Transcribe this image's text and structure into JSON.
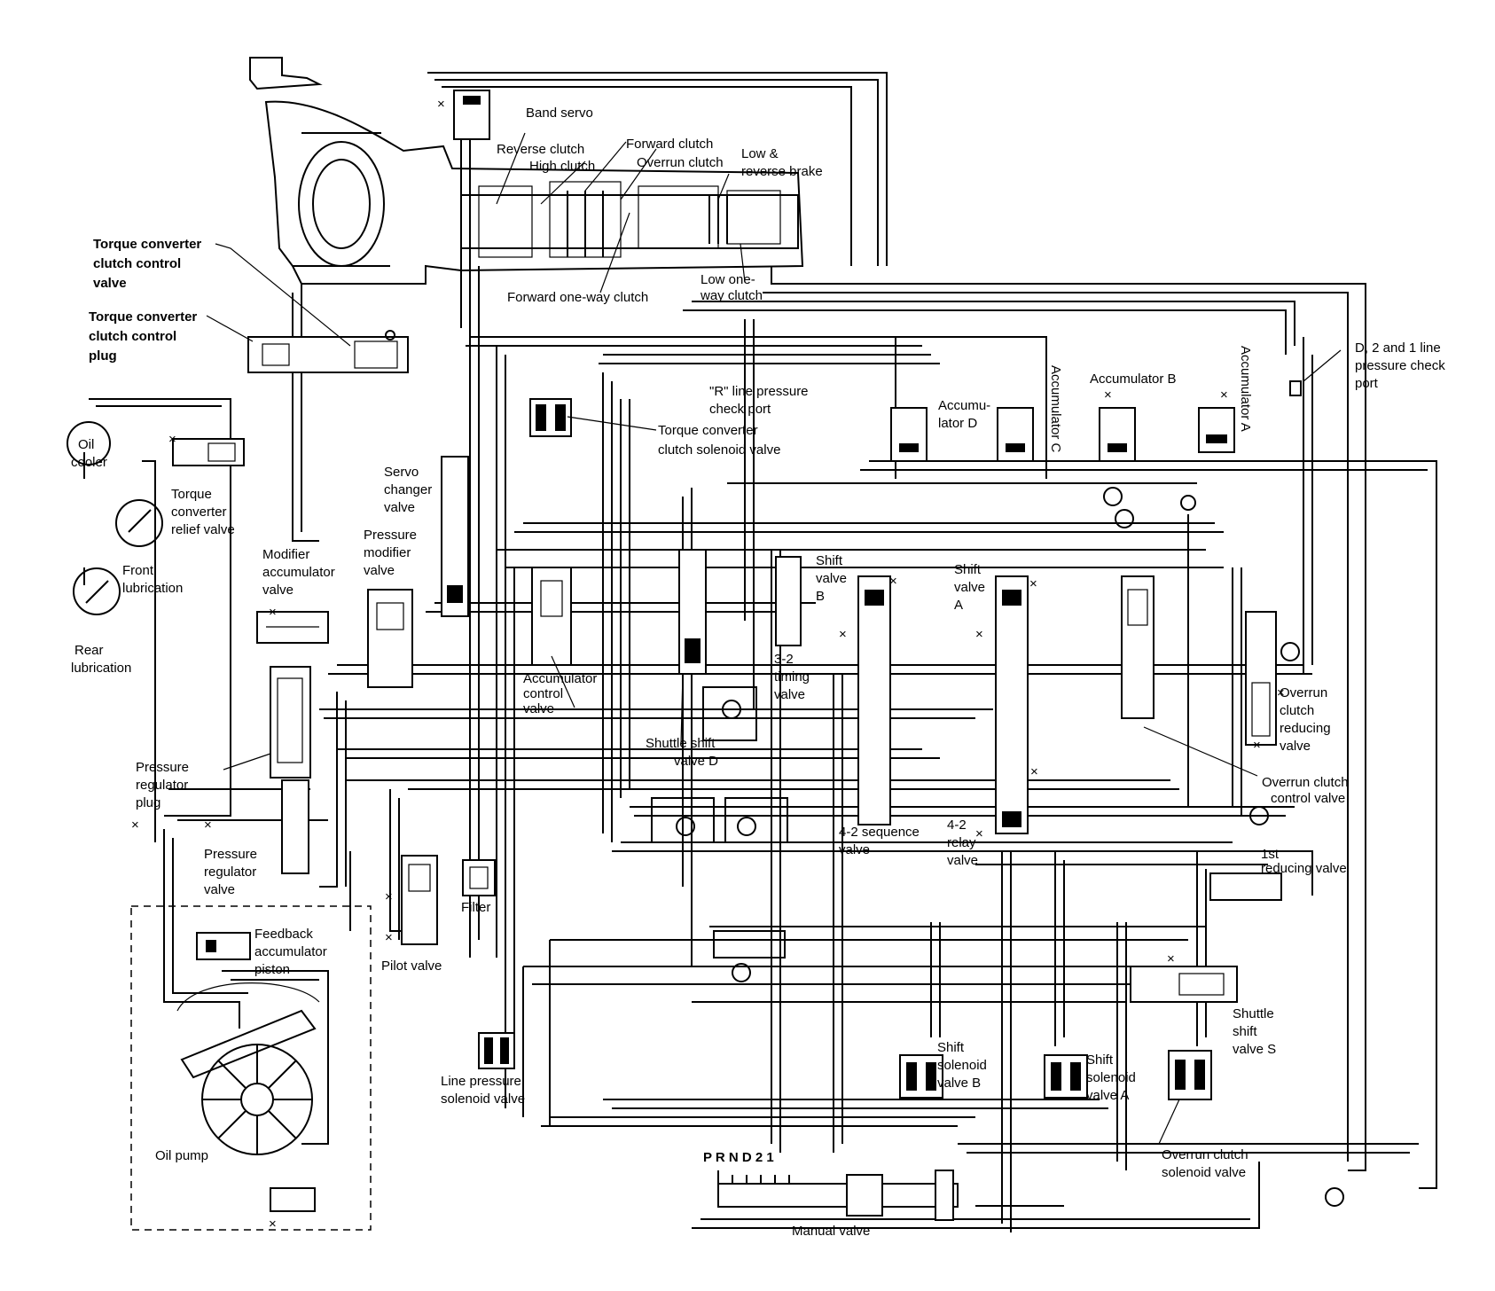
{
  "labels": {
    "band_servo": "Band servo",
    "reverse_clutch": "Reverse clutch",
    "forward_clutch": "Forward clutch",
    "high_clutch": "High clutch",
    "overrun_clutch": "Overrun clutch",
    "low_reverse_brake": [
      "Low &",
      "reverse brake"
    ],
    "forward_one_way_clutch": "Forward one-way clutch",
    "low_one_way_clutch": [
      "Low one-",
      "way clutch"
    ],
    "tcc_valve": [
      "Torque converter",
      "clutch control",
      "valve"
    ],
    "tcc_plug": [
      "Torque converter",
      "clutch control",
      "plug"
    ],
    "oil_cooler": [
      "Oil",
      "cooler"
    ],
    "tc_relief_valve": [
      "Torque",
      "converter",
      "relief valve"
    ],
    "front_lubrication": [
      "Front",
      "lubrication"
    ],
    "rear_lubrication": [
      "Rear",
      "lubrication"
    ],
    "modifier_accumulator_valve": [
      "Modifier",
      "accumulator",
      "valve"
    ],
    "pressure_modifier_valve": [
      "Pressure",
      "modifier",
      "valve"
    ],
    "servo_changer_valve": [
      "Servo",
      "changer",
      "valve"
    ],
    "r_line_check_port": [
      "\"R\" line pressure",
      "check port"
    ],
    "tcc_solenoid_valve": [
      "Torque converter",
      "clutch solenoid valve"
    ],
    "accumulator_d": [
      "Accumu-",
      "lator D"
    ],
    "accumulator_c": "Accumulator C",
    "accumulator_b": "Accumulator B",
    "accumulator_a": "Accumulator A",
    "d21_check_port": [
      "D, 2 and 1 line",
      "pressure check",
      "port"
    ],
    "shift_valve_b": [
      "Shift",
      "valve",
      "B"
    ],
    "shift_valve_a": [
      "Shift",
      "valve",
      "A"
    ],
    "timing_32_valve": [
      "3-2",
      "timing",
      "valve"
    ],
    "accumulator_control_valve": [
      "Accumulator",
      "control",
      "valve"
    ],
    "shuttle_shift_valve_d": [
      "Shuttle shift",
      "valve D"
    ],
    "overrun_clutch_reducing_valve": [
      "Overrun",
      "clutch",
      "reducing",
      "valve"
    ],
    "overrun_clutch_control_valve": [
      "Overrun clutch",
      "control valve"
    ],
    "pressure_regulator_plug": [
      "Pressure",
      "regulator",
      "plug"
    ],
    "pressure_regulator_valve": [
      "Pressure",
      "regulator",
      "valve"
    ],
    "sequence_42_valve": [
      "4-2 sequence",
      "valve"
    ],
    "relay_42_valve": [
      "4-2",
      "relay",
      "valve"
    ],
    "first_reducing_valve": [
      "1st",
      "reducing valve"
    ],
    "filter": "Filter",
    "pilot_valve": "Pilot valve",
    "feedback_accumulator_piston": [
      "Feedback",
      "accumulator",
      "piston"
    ],
    "line_pressure_solenoid_valve": [
      "Line pressure",
      "solenoid valve"
    ],
    "shift_solenoid_valve_b": [
      "Shift",
      "solenoid",
      "valve B"
    ],
    "shift_solenoid_valve_a": [
      "Shift",
      "solenoid",
      "valve A"
    ],
    "shuttle_shift_valve_s": [
      "Shuttle",
      "shift",
      "valve S"
    ],
    "overrun_clutch_solenoid_valve": [
      "Overrun clutch",
      "solenoid valve"
    ],
    "oil_pump": "Oil pump",
    "manual_valve": "Manual valve",
    "prnd21": "P R N D 2 1"
  },
  "colors": {
    "ink": "#000000",
    "paper": "#ffffff"
  }
}
